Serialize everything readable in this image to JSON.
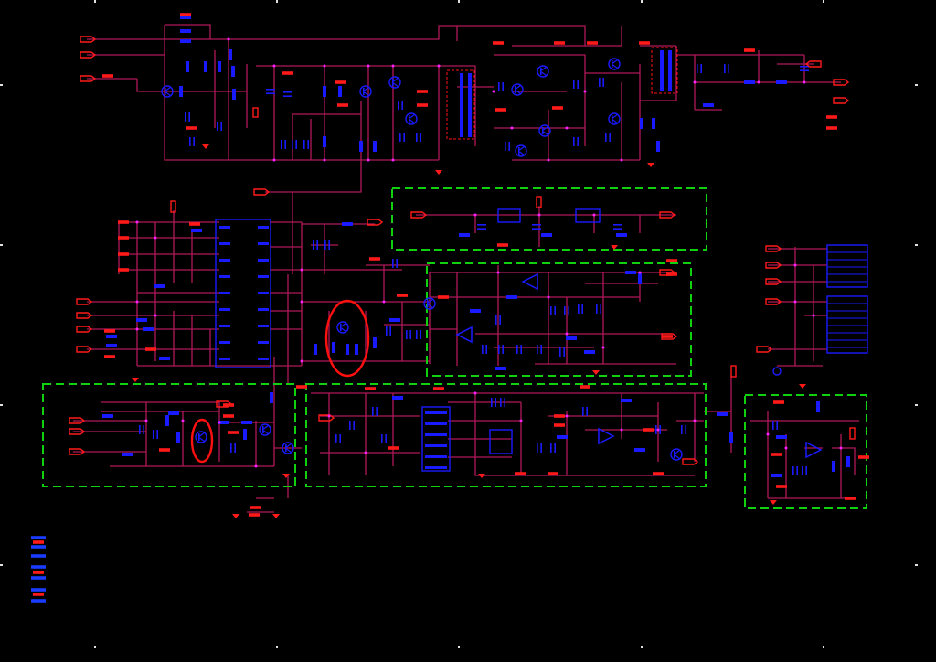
{
  "canvas": {
    "background": "#000000"
  },
  "colors": {
    "wire": "#b0185a",
    "component": "#1a1aff",
    "label": "#ff1a1a",
    "node": "#ff20ff",
    "dashed_box": "#10d010",
    "highlight_ring": "#ff1010",
    "frame_tick": "#e0e0e0"
  },
  "sections": [
    {
      "id": "power-supply",
      "label": ""
    },
    {
      "id": "regulator-block",
      "label": ""
    },
    {
      "id": "op-amp-block",
      "label": ""
    },
    {
      "id": "input-filter-block",
      "label": ""
    },
    {
      "id": "ic-processing-block",
      "label": ""
    },
    {
      "id": "output-amp-block",
      "label": ""
    }
  ],
  "icons": {
    "resistor": "resistor-icon",
    "capacitor": "capacitor-icon",
    "transistor": "transistor-icon",
    "ic": "ic-chip-icon",
    "opamp": "opamp-icon",
    "connector": "connector-icon",
    "ground": "ground-icon"
  }
}
